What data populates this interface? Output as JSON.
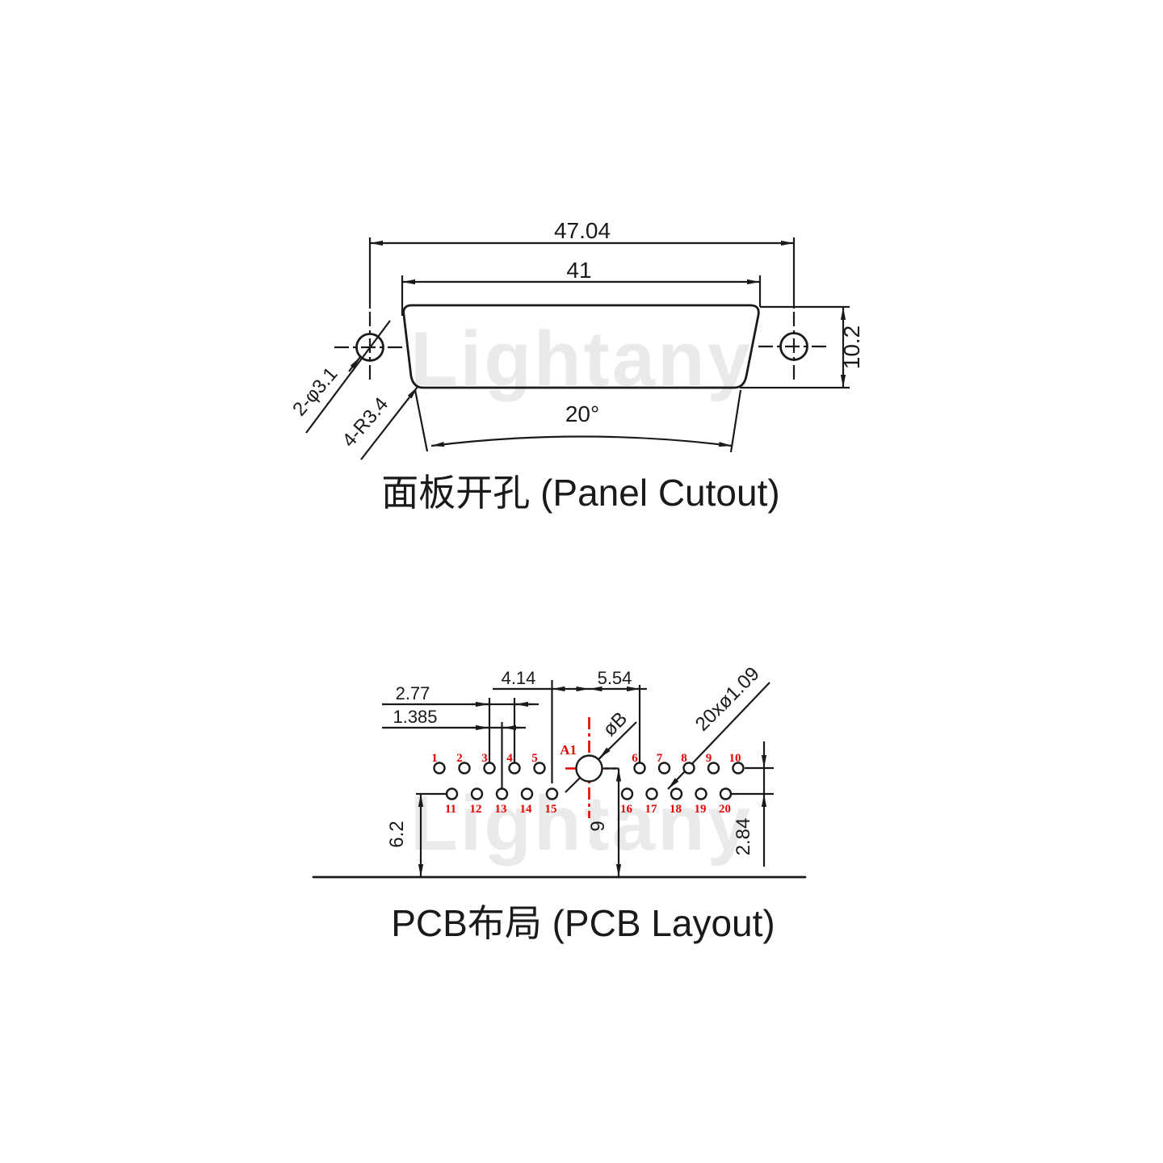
{
  "watermark": {
    "text": "Lightany"
  },
  "colors": {
    "line": "#1a1a1a",
    "accent_red": "#e60000",
    "watermark_gray": "#eaeaea",
    "background": "#ffffff"
  },
  "panel": {
    "caption": "面板开孔 (Panel Cutout)",
    "dim_total_width": "47.04",
    "dim_opening_width": "41",
    "dim_height": "10.2",
    "label_mount_holes": "2-φ3.1",
    "label_corner_radius": "4-R3.4",
    "dim_angle": "20°"
  },
  "pcb": {
    "caption": "PCB布局 (PCB Layout)",
    "dim_pin15_to_center": "4.14",
    "dim_center_to_pin6": "5.54",
    "dim_pitch": "2.77",
    "dim_half_pitch": "1.385",
    "label_big_hole": "øB",
    "label_holes": "20xø1.09",
    "dim_row_to_edge": "6.2",
    "dim_center_to_edge": "9",
    "dim_row_offset": "2.84",
    "a1": "A1",
    "pins_top": [
      "1",
      "2",
      "3",
      "4",
      "5",
      "6",
      "7",
      "8",
      "9",
      "10"
    ],
    "pins_bottom": [
      "11",
      "12",
      "13",
      "14",
      "15",
      "16",
      "17",
      "18",
      "19",
      "20"
    ]
  }
}
